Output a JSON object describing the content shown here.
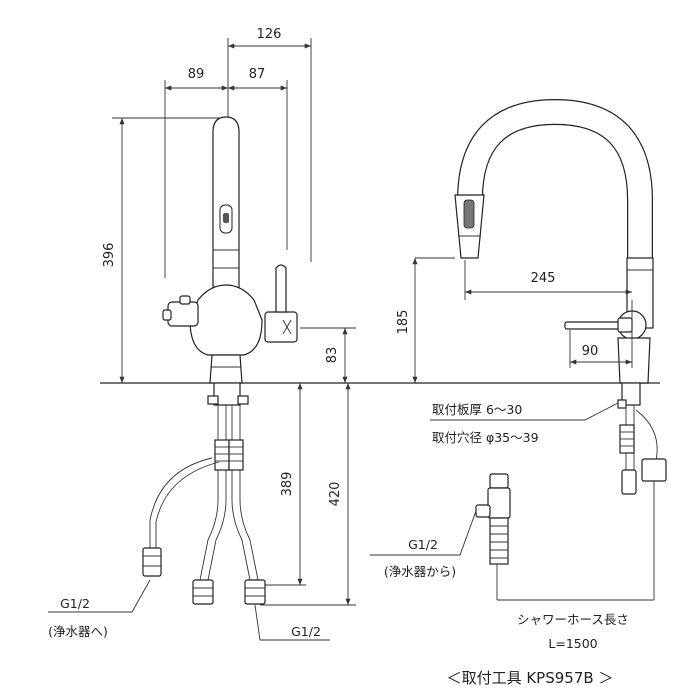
{
  "front_view": {
    "dimensions": {
      "d126": "126",
      "d89": "89",
      "d87": "87",
      "d396": "396",
      "d83": "83",
      "d389": "389",
      "d420": "420"
    },
    "labels": {
      "g12_left": "G1/2",
      "from_purifier_left": "(浄水器へ)",
      "g12_bottom": "G1/2"
    }
  },
  "side_view": {
    "dimensions": {
      "d245": "245",
      "d185": "185",
      "d90": "90"
    },
    "notes": {
      "plate_thickness": "取付板厚 6～30",
      "hole_diameter": "取付穴径 φ35～39"
    },
    "labels": {
      "g12_right": "G1/2",
      "from_purifier_right": "(浄水器から)",
      "hose_length_title": "シャワーホース長さ",
      "hose_length_value": "L=1500"
    }
  },
  "caption": "＜取付工具 KPS957B ＞"
}
